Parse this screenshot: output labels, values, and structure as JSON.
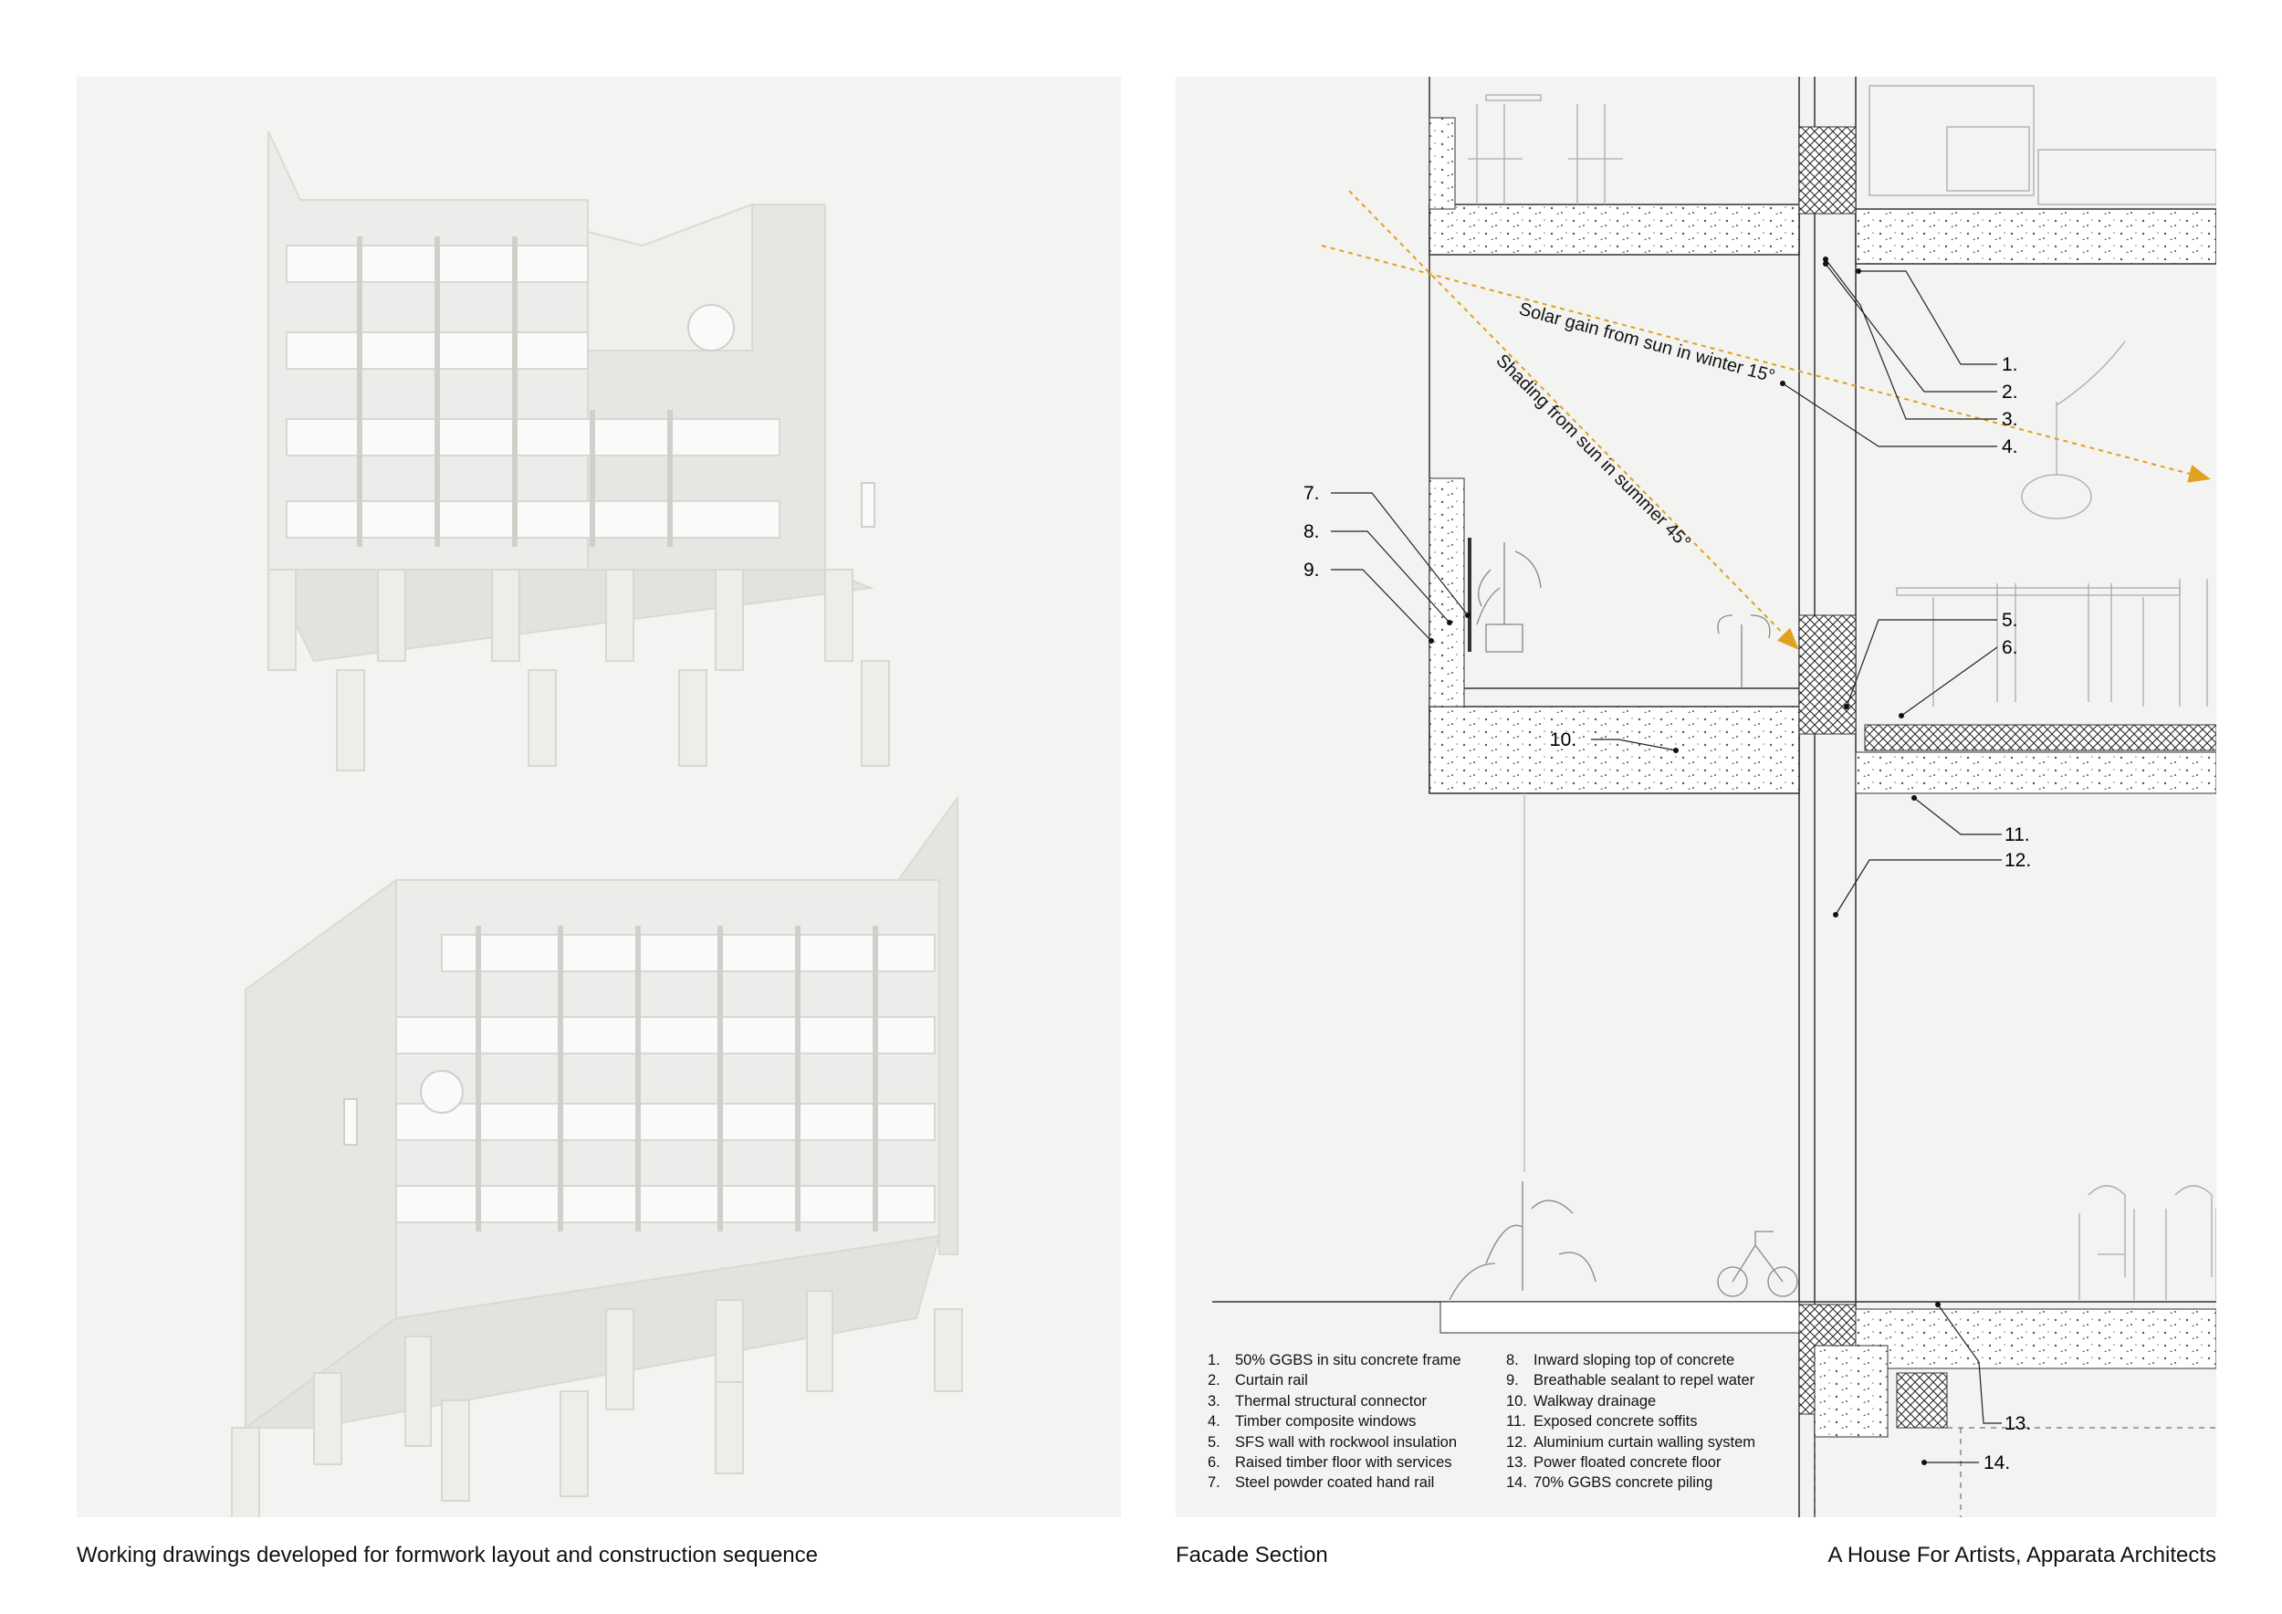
{
  "captions": {
    "left": "Working drawings developed for formwork layout and construction sequence",
    "middle": "Facade Section",
    "right": "A House For Artists, Apparata Architects"
  },
  "annotations": {
    "winter": "Solar gain from sun in winter 15°",
    "summer": "Shading from sun in summer 45°"
  },
  "callouts": [
    "1.",
    "2.",
    "3.",
    "4.",
    "5.",
    "6.",
    "7.",
    "8.",
    "9.",
    "10.",
    "11.",
    "12.",
    "13.",
    "14."
  ],
  "legend": {
    "col1": [
      {
        "n": "1.",
        "t": "50% GGBS in situ concrete frame"
      },
      {
        "n": "2.",
        "t": "Curtain rail"
      },
      {
        "n": "3.",
        "t": "Thermal structural connector"
      },
      {
        "n": "4.",
        "t": "Timber composite windows"
      },
      {
        "n": "5.",
        "t": "SFS wall with rockwool insulation"
      },
      {
        "n": "6.",
        "t": "Raised timber floor with services"
      },
      {
        "n": "7.",
        "t": "Steel powder coated hand rail"
      }
    ],
    "col2": [
      {
        "n": "8.",
        "t": "Inward sloping top of concrete"
      },
      {
        "n": "9.",
        "t": "Breathable sealant to repel water"
      },
      {
        "n": "10.",
        "t": "Walkway drainage"
      },
      {
        "n": "11.",
        "t": "Exposed concrete soffits"
      },
      {
        "n": "12.",
        "t": "Aluminium curtain walling system"
      },
      {
        "n": "13.",
        "t": "Power floated concrete floor"
      },
      {
        "n": "14.",
        "t": "70% GGBS concrete piling"
      }
    ]
  },
  "colors": {
    "sun_arrow": "#e0a020",
    "panel_bg": "#f3f3f1",
    "concrete": "#e6e6e2",
    "line": "#333333"
  }
}
